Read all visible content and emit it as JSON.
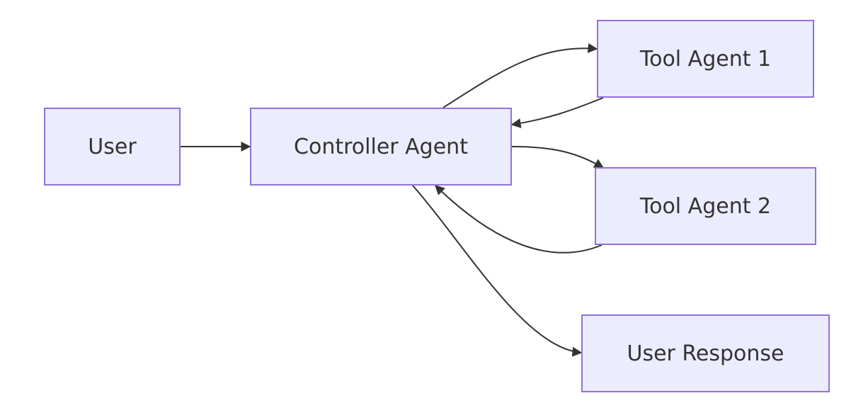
{
  "diagram": {
    "nodes": {
      "user": "User",
      "controller": "Controller Agent",
      "tool1": "Tool Agent 1",
      "tool2": "Tool Agent 2",
      "response": "User Response"
    },
    "edges": [
      {
        "from": "User",
        "to": "Controller Agent"
      },
      {
        "from": "Controller Agent",
        "to": "Tool Agent 1"
      },
      {
        "from": "Tool Agent 1",
        "to": "Controller Agent"
      },
      {
        "from": "Controller Agent",
        "to": "Tool Agent 2"
      },
      {
        "from": "Tool Agent 2",
        "to": "Controller Agent"
      },
      {
        "from": "Controller Agent",
        "to": "User Response"
      }
    ],
    "colors": {
      "node_fill": "#ECECFF",
      "node_border": "#9370DB",
      "edge": "#333333",
      "text": "#333333"
    }
  }
}
